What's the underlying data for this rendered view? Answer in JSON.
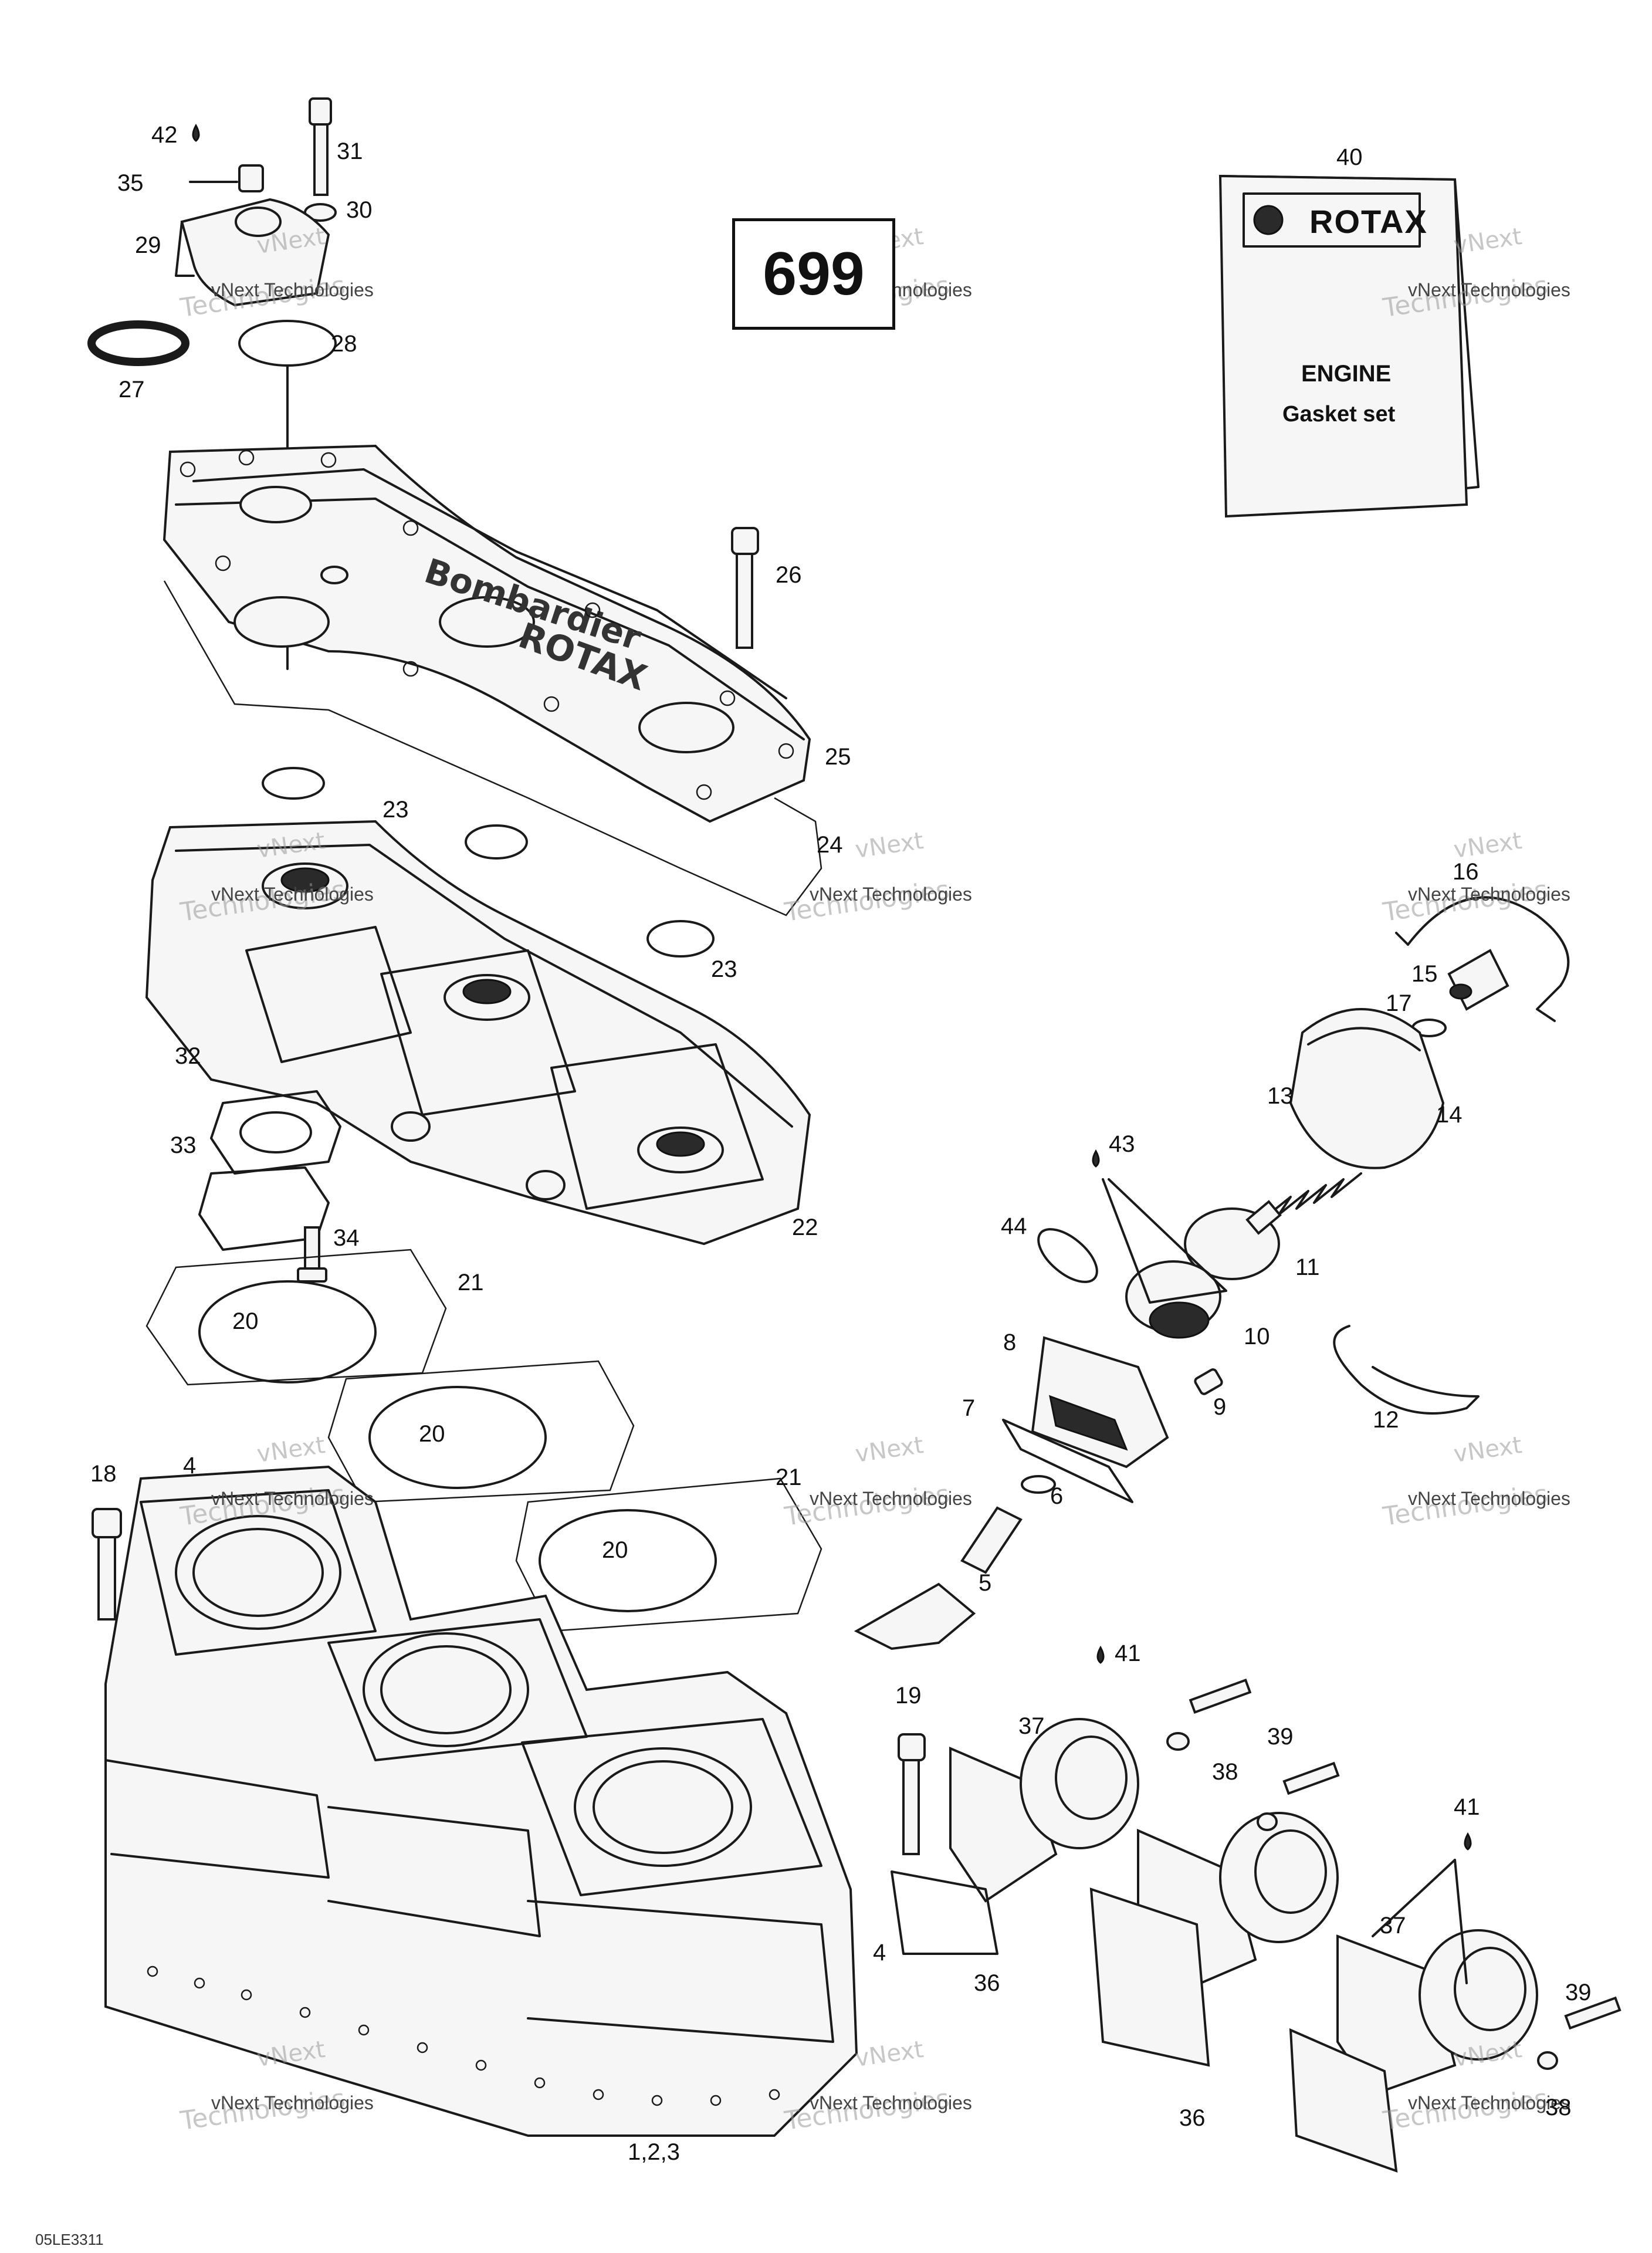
{
  "catalog_number": "699",
  "gasket_set": {
    "brand": "ROTAX",
    "title": "ENGINE",
    "subtitle": "Gasket set"
  },
  "watermark": {
    "line1": "vNext",
    "line2": "vNext Technologies",
    "line3": "Technologies"
  },
  "callouts": {
    "c1_2_3": "1,2,3",
    "c4a": "4",
    "c4b": "4",
    "c5": "5",
    "c6": "6",
    "c7": "7",
    "c8": "8",
    "c9": "9",
    "c10": "10",
    "c11": "11",
    "c12": "12",
    "c13": "13",
    "c14": "14",
    "c15": "15",
    "c16": "16",
    "c17": "17",
    "c18": "18",
    "c19": "19",
    "c20a": "20",
    "c20b": "20",
    "c20c": "20",
    "c21a": "21",
    "c21b": "21",
    "c22": "22",
    "c23a": "23",
    "c23b": "23",
    "c24": "24",
    "c25": "25",
    "c26": "26",
    "c27": "27",
    "c28": "28",
    "c29": "29",
    "c30": "30",
    "c31": "31",
    "c32": "32",
    "c33": "33",
    "c34": "34",
    "c35": "35",
    "c36a": "36",
    "c36b": "36",
    "c37a": "37",
    "c37b": "37",
    "c38a": "38",
    "c38b": "38",
    "c39a": "39",
    "c39b": "39",
    "c40": "40",
    "c41a": "41",
    "c41b": "41",
    "c42": "42",
    "c43": "43",
    "c44": "44"
  },
  "drawing_code": "05LE3311"
}
